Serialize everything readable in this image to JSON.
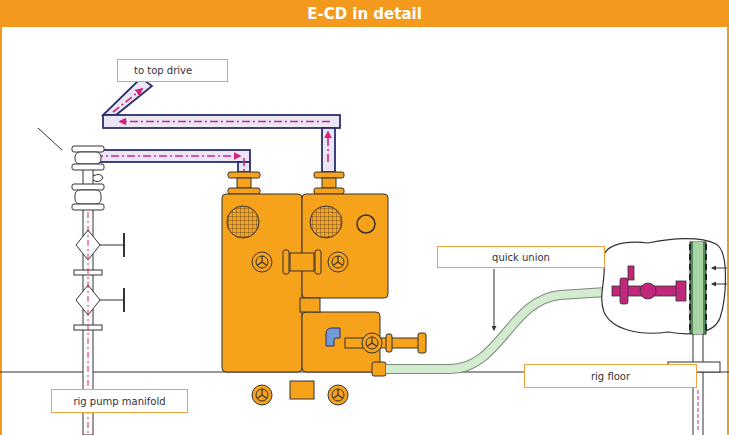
{
  "diagram": {
    "title": "E-CD in detail",
    "nodes": [
      {
        "text": [
          "to top drive"
        ]
      },
      {
        "text": [
          "quick union"
        ]
      },
      {
        "text": [
          "rig floor"
        ]
      },
      {
        "text": [
          "rig pump manifold"
        ]
      }
    ]
  }
}
